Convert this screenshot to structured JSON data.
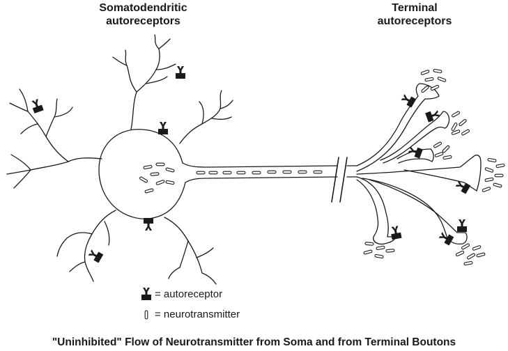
{
  "labels": {
    "somatodendritic_line1": "Somatodendritic",
    "somatodendritic_line2": "autoreceptors",
    "terminal_line1": "Terminal",
    "terminal_line2": "autoreceptors"
  },
  "legend": {
    "autoreceptor": "= autoreceptor",
    "neurotransmitter": "= neurotransmitter"
  },
  "caption": "\"Uninhibited\" Flow of Neurotransmitter from Soma and from Terminal Boutons",
  "colors": {
    "ink": "#1a1a1a",
    "background": "#ffffff"
  }
}
